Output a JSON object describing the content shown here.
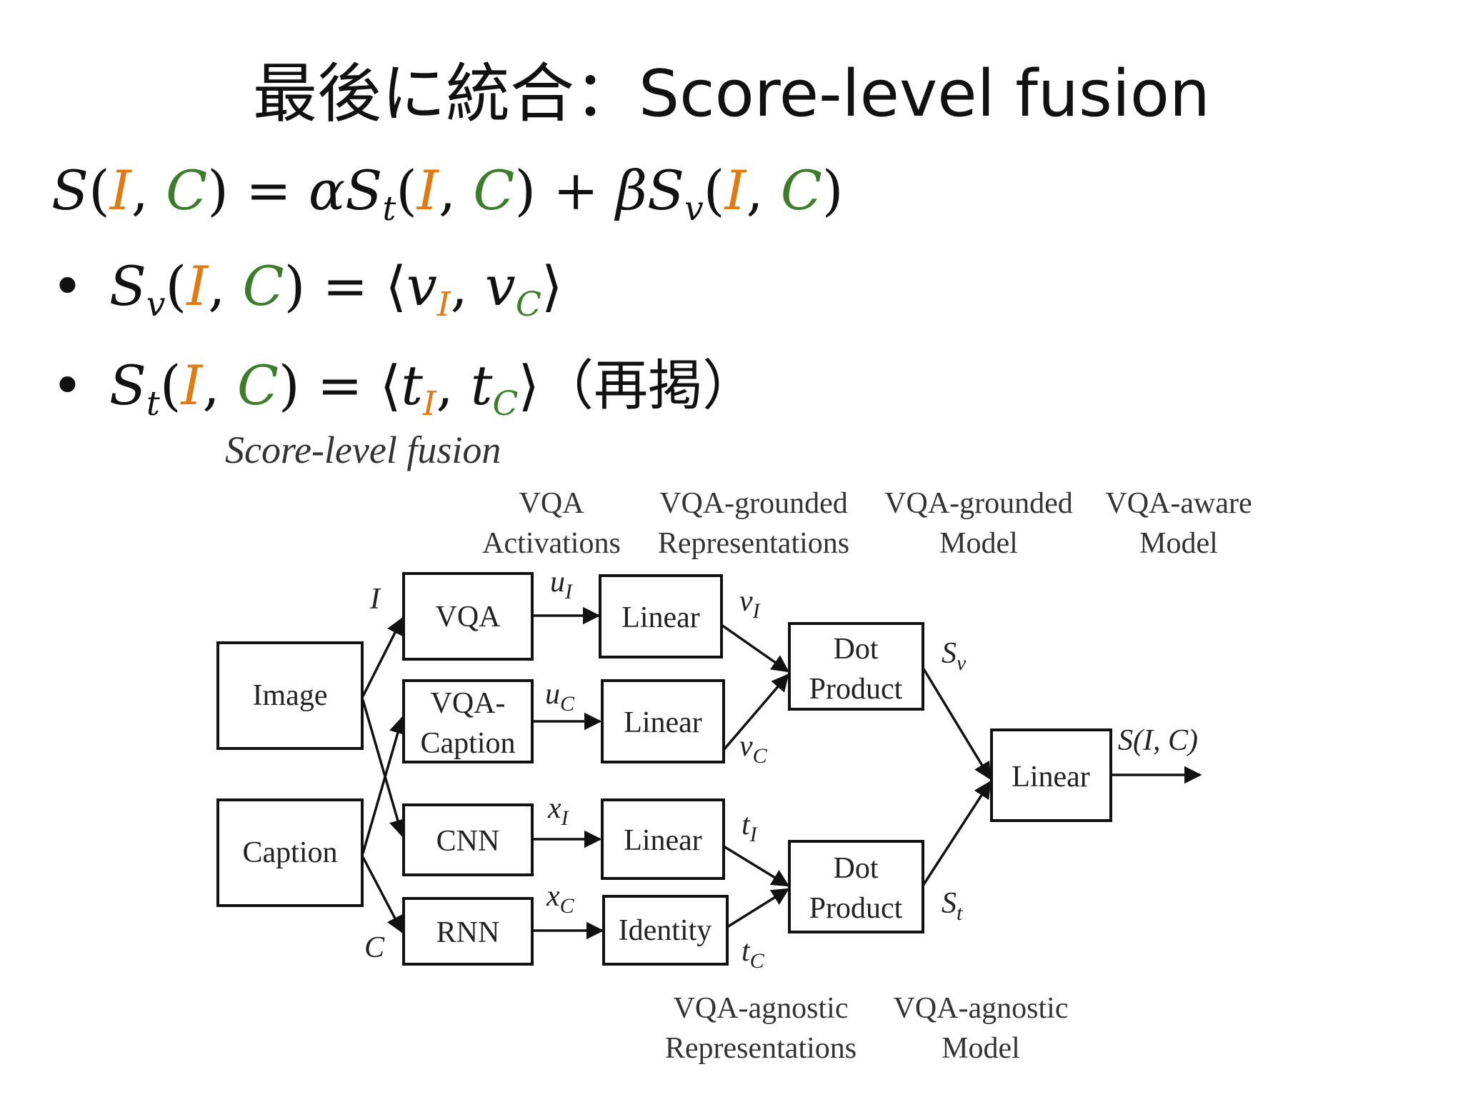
{
  "title": "最後に統合：Score-level fusion",
  "formula": {
    "main": {
      "lhs": "S",
      "I": "I",
      "C": "C",
      "eq": "=",
      "alpha": "α",
      "s": "S",
      "sub_t": "t",
      "plus": "+",
      "beta": "β",
      "sub_v": "v"
    },
    "bullet_v": {
      "bullet": "•",
      "s": "S",
      "sub": "v",
      "I": "I",
      "C": "C",
      "eq": "=",
      "v": "v",
      "sub_I": "I",
      "sub_C": "C"
    },
    "bullet_t": {
      "bullet": "•",
      "s": "S",
      "sub": "t",
      "I": "I",
      "C": "C",
      "eq": "=",
      "t": "t",
      "sub_I": "I",
      "sub_C": "C",
      "note": "（再掲）"
    }
  },
  "diagram": {
    "caption": "Score-level fusion",
    "headers": {
      "vqa_activations": [
        "VQA",
        "Activations"
      ],
      "vqa_grounded_repr": [
        "VQA-grounded",
        "Representations"
      ],
      "vqa_grounded_model": [
        "VQA-grounded",
        "Model"
      ],
      "vqa_aware_model": [
        "VQA-aware",
        "Model"
      ],
      "vqa_agnostic_repr": [
        "VQA-agnostic",
        "Representations"
      ],
      "vqa_agnostic_model": [
        "VQA-agnostic",
        "Model"
      ]
    },
    "boxes": {
      "image": [
        "Image"
      ],
      "caption": [
        "Caption"
      ],
      "vqa": [
        "VQA"
      ],
      "vqa_caption": [
        "VQA-",
        "Caption"
      ],
      "cnn": [
        "CNN"
      ],
      "rnn": [
        "RNN"
      ],
      "linear1": [
        "Linear"
      ],
      "linear2": [
        "Linear"
      ],
      "linear3": [
        "Linear"
      ],
      "identity": [
        "Identity"
      ],
      "dot1": [
        "Dot",
        "Product"
      ],
      "dot2": [
        "Dot",
        "Product"
      ],
      "final_linear": [
        "Linear"
      ]
    },
    "variables": {
      "I": {
        "base": "I",
        "sub": ""
      },
      "C": {
        "base": "C",
        "sub": ""
      },
      "u_I": {
        "base": "u",
        "sub": "I"
      },
      "u_C": {
        "base": "u",
        "sub": "C"
      },
      "x_I": {
        "base": "x",
        "sub": "I"
      },
      "x_C": {
        "base": "x",
        "sub": "C"
      },
      "v_I": {
        "base": "v",
        "sub": "I"
      },
      "v_C": {
        "base": "v",
        "sub": "C"
      },
      "t_I": {
        "base": "t",
        "sub": "I"
      },
      "t_C": {
        "base": "t",
        "sub": "C"
      },
      "S_v": {
        "base": "S",
        "sub": "v"
      },
      "S_t": {
        "base": "S",
        "sub": "t"
      },
      "out": {
        "base": "S(I, C)",
        "sub": ""
      }
    }
  }
}
